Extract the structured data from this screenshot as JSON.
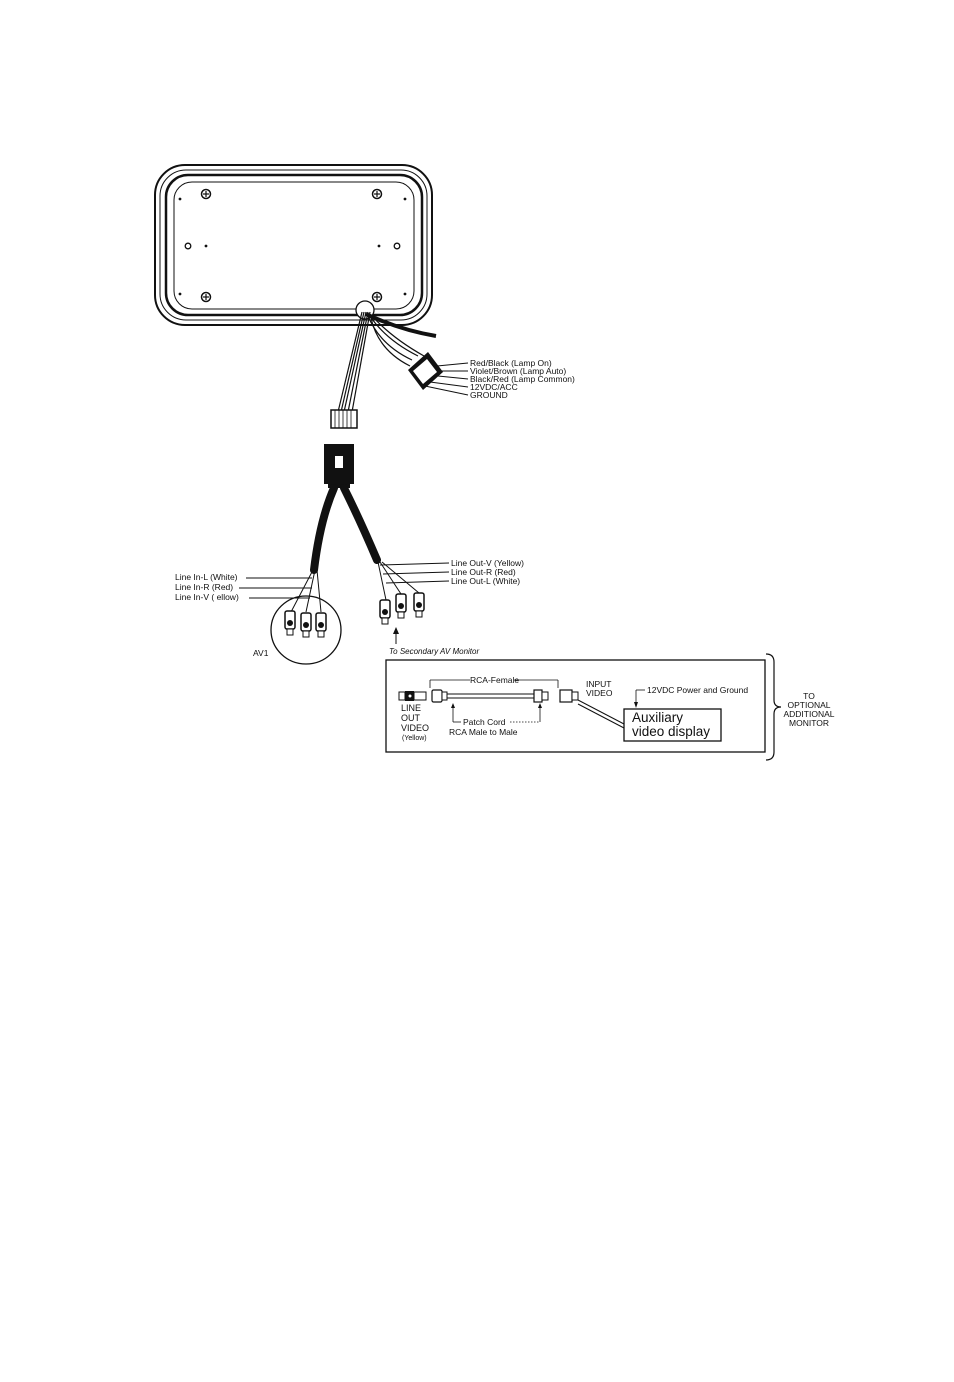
{
  "power_labels": [
    "Red/Black (Lamp On)",
    "Violet/Brown (Lamp Auto)",
    "Black/Red (Lamp Common)",
    "12VDC/ACC",
    "GROUND"
  ],
  "line_in_labels": [
    "Line In-L (White)",
    "Line In-R (Red)",
    "Line In-V (  ellow)"
  ],
  "line_out_labels": [
    "Line Out-V (Yellow)",
    "Line Out-R (Red)",
    "Line Out-L (White)"
  ],
  "av1_label": "AV1",
  "secondary_label": "To Secondary AV Monitor",
  "inset": {
    "rca_female": "RCA-Female",
    "input_video": [
      "INPUT",
      "VIDEO"
    ],
    "power_ground": "12VDC Power and Ground",
    "line_out_video": [
      "LINE",
      "OUT",
      "VIDEO"
    ],
    "yellow": "(Yellow)",
    "patch_cord": [
      "Patch Cord",
      "RCA Male to Male"
    ],
    "aux_display": [
      "Auxiliary",
      "video display"
    ]
  },
  "optional_monitor": [
    "TO",
    "OPTIONAL",
    "ADDITIONAL",
    "MONITOR"
  ]
}
